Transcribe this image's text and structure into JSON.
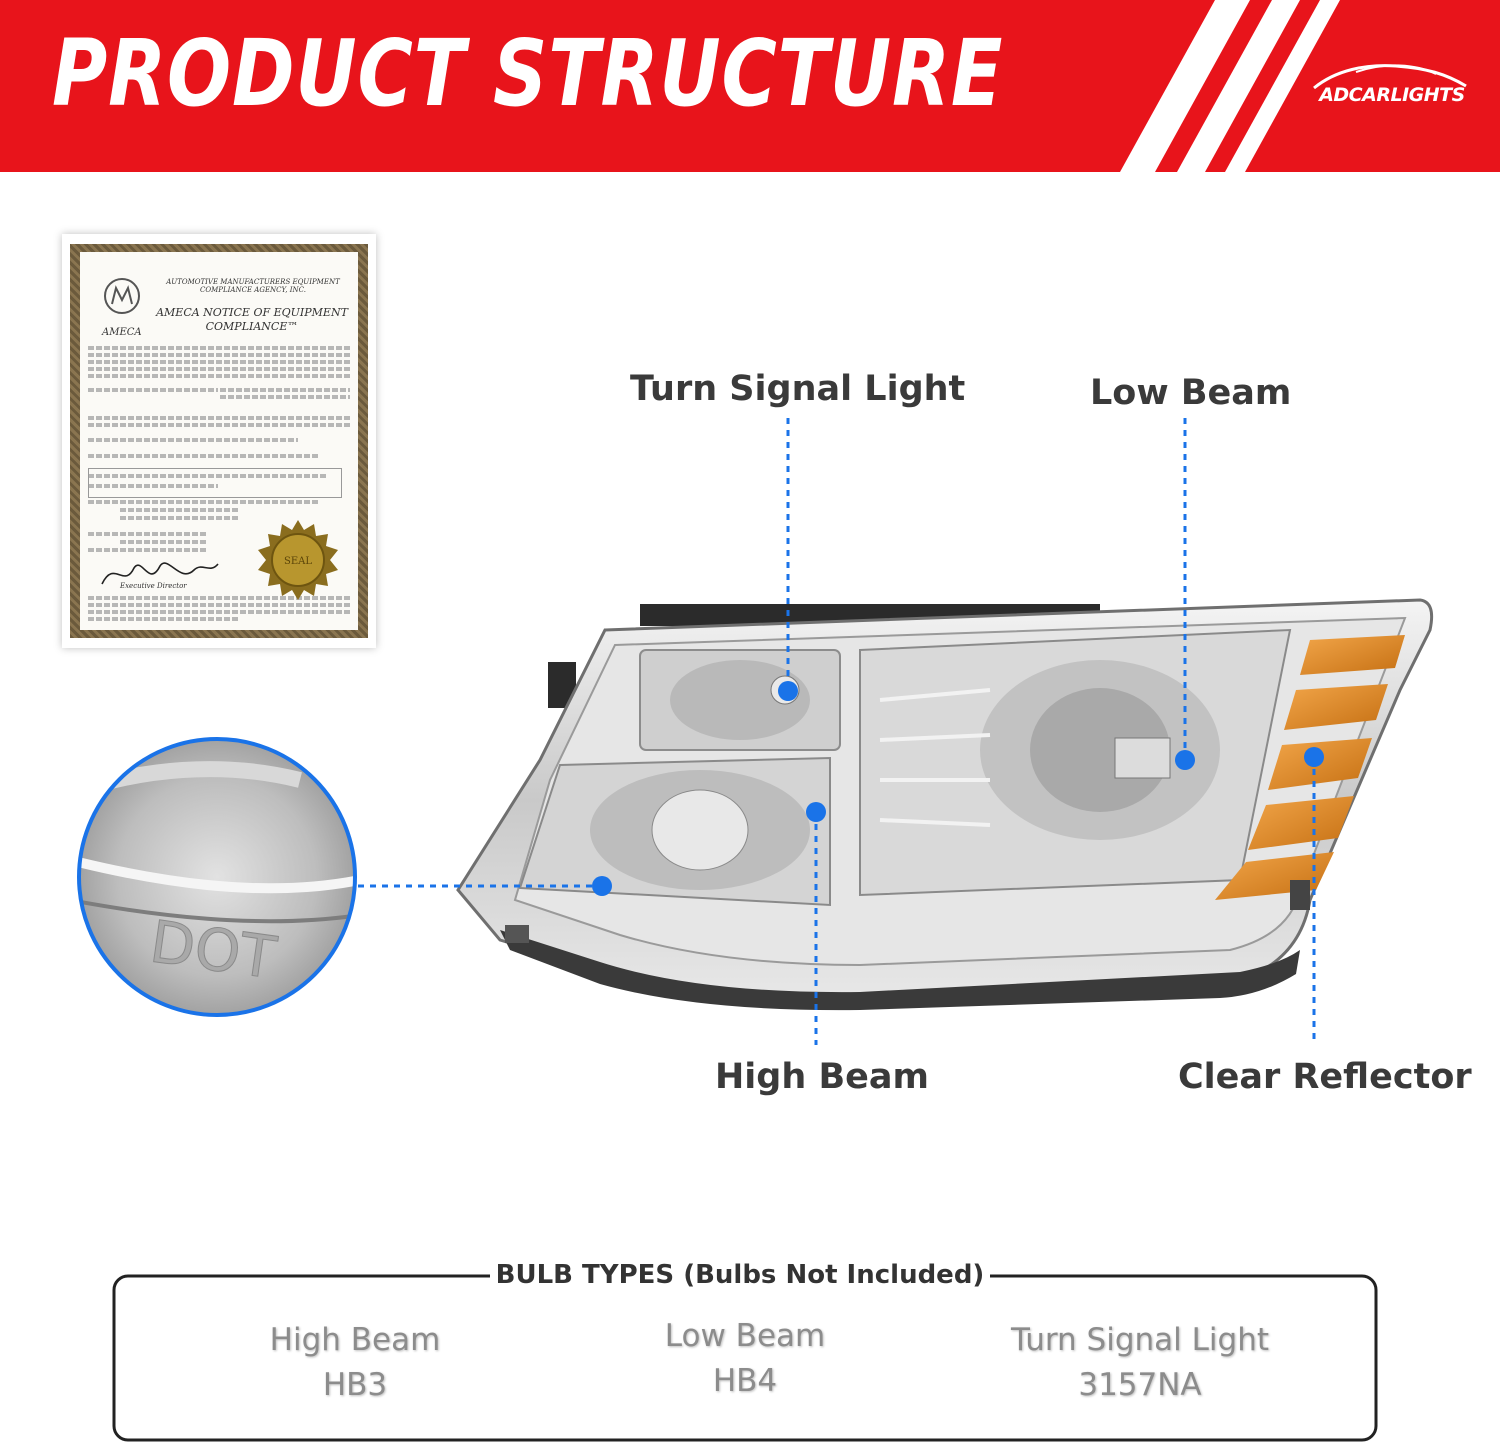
{
  "header": {
    "title": "PRODUCT STRUCTURE",
    "brand": "ADCARLIGHTS",
    "colors": {
      "background": "#e8141b",
      "text": "#ffffff"
    }
  },
  "certificate": {
    "org": "AUTOMOTIVE MANUFACTURERS EQUIPMENT COMPLIANCE AGENCY, INC.",
    "logo_text": "AMECA",
    "heading": "AMECA NOTICE OF EQUIPMENT COMPLIANCE™",
    "seal_text": "SEAL",
    "signature_label": "Executive Director"
  },
  "callouts": {
    "turn_signal": "Turn Signal Light",
    "low_beam": "Low Beam",
    "high_beam": "High Beam",
    "clear_reflector": "Clear Reflector",
    "marker_color": "#1a73e8"
  },
  "zoom_detail": {
    "text": "DOT"
  },
  "bulb_types": {
    "title": "BULB TYPES (Bulbs Not Included)",
    "items": [
      {
        "name": "High Beam",
        "code": "HB3"
      },
      {
        "name": "Low Beam",
        "code": "HB4"
      },
      {
        "name": "Turn Signal Light",
        "code": "3157NA"
      }
    ]
  }
}
